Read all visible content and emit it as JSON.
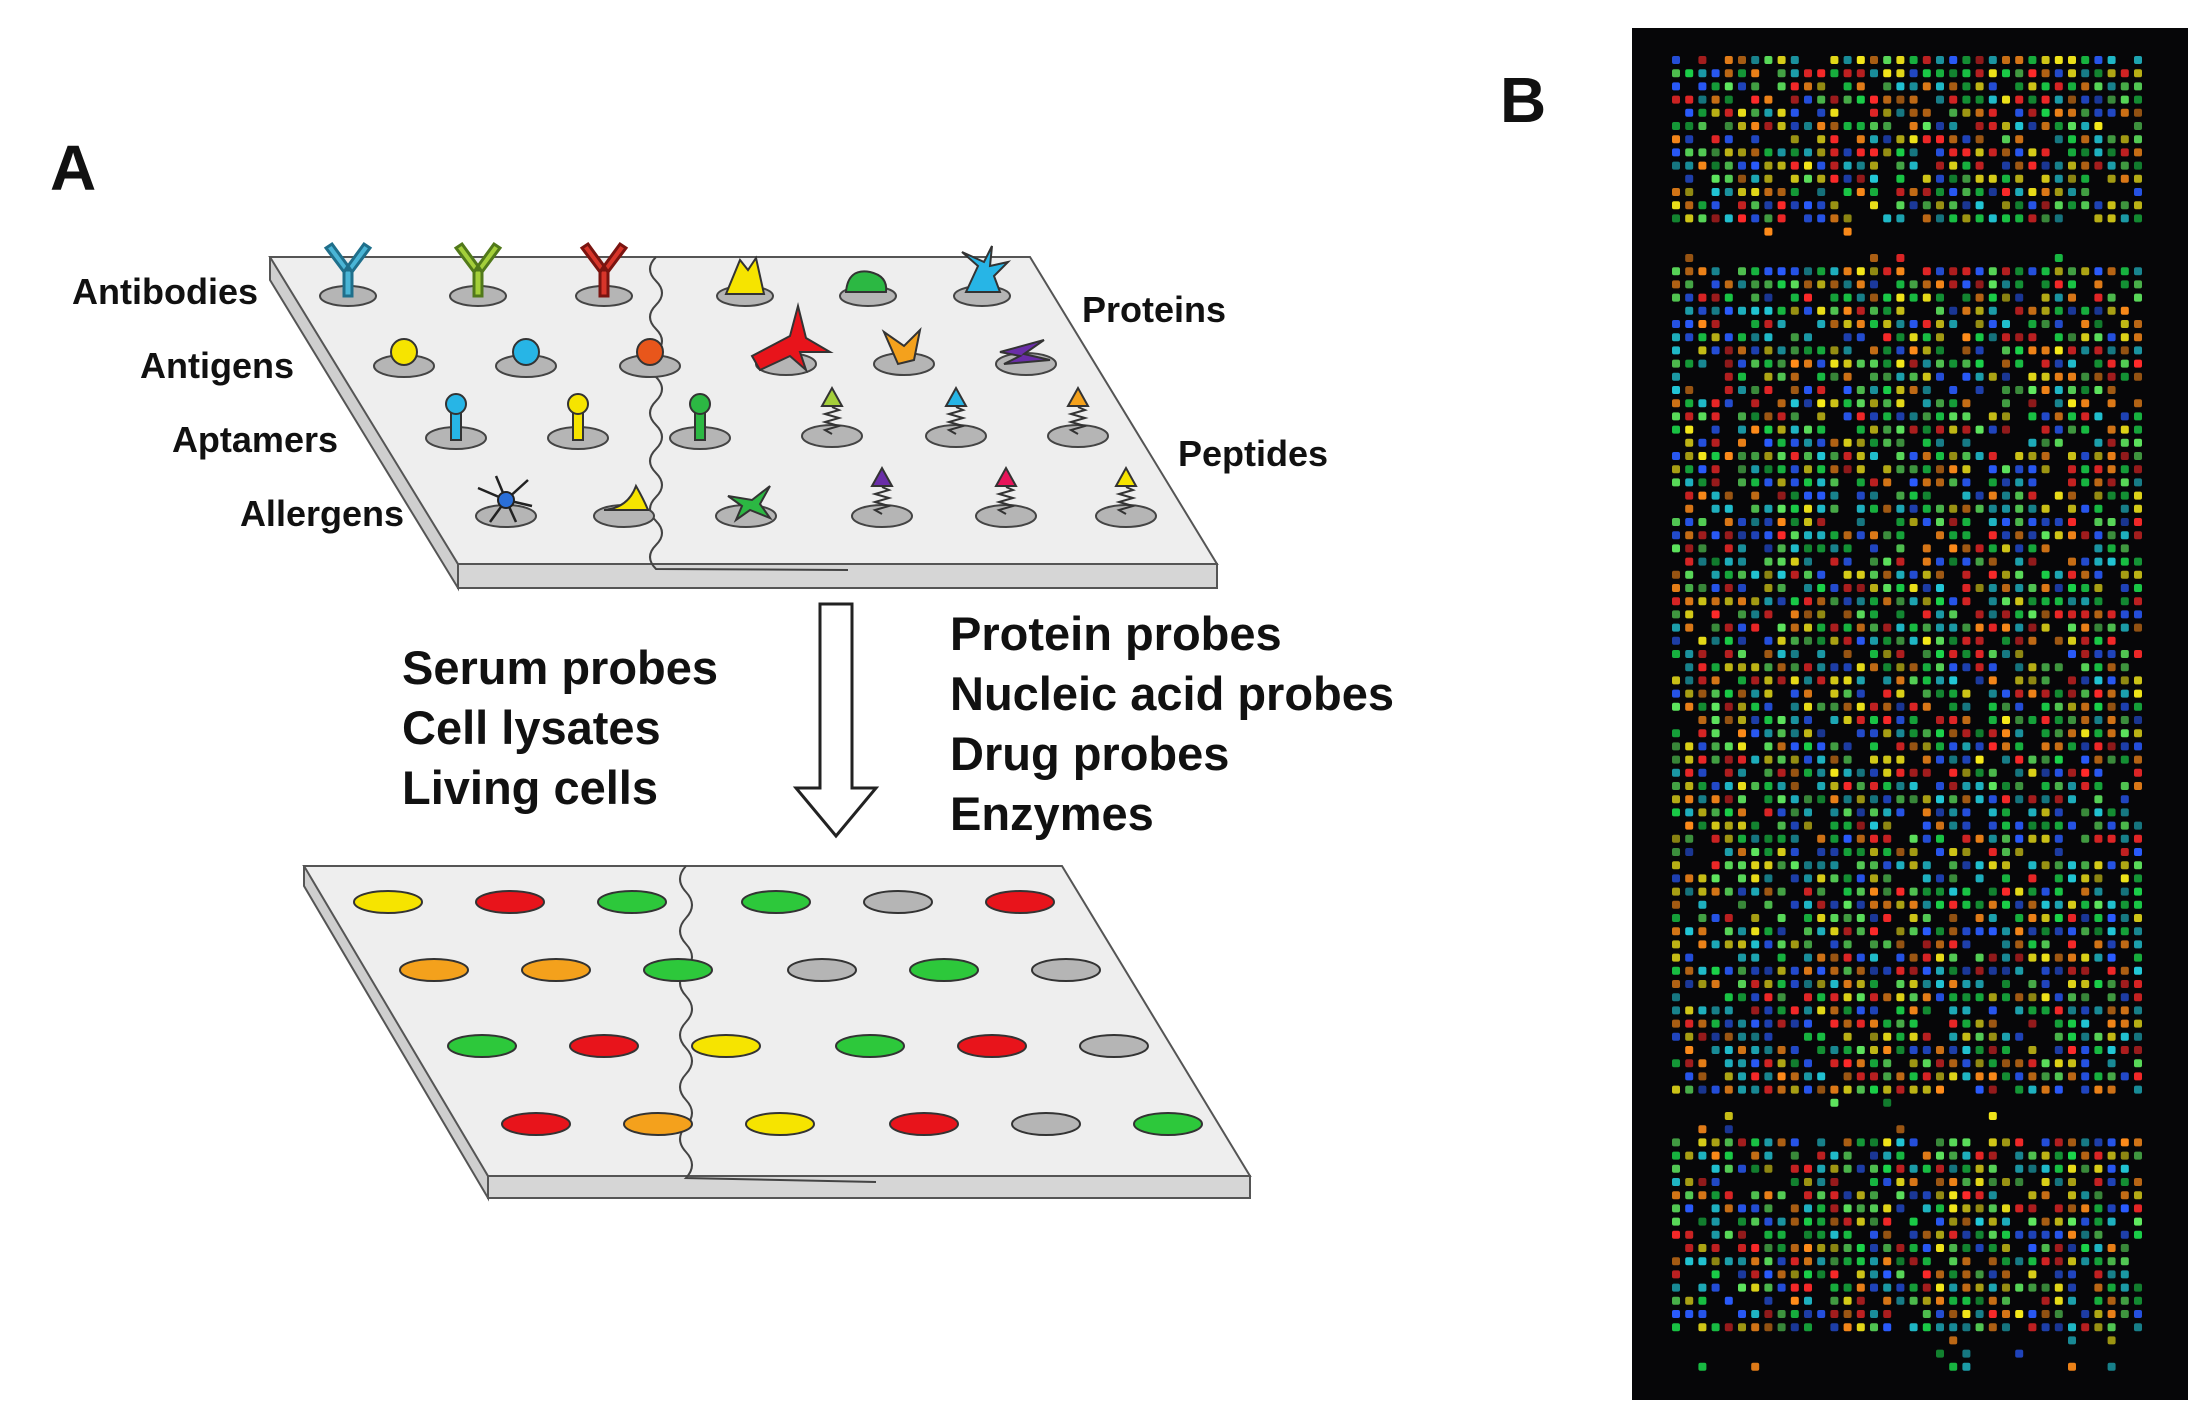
{
  "panels": {
    "a_label": "A",
    "b_label": "B"
  },
  "top_slide": {
    "left_labels": [
      "Antibodies",
      "Antigens",
      "Aptamers",
      "Allergens"
    ],
    "right_labels": [
      "Proteins",
      "Peptides"
    ]
  },
  "probes": {
    "left": [
      "Serum probes",
      "Cell lysates",
      "Living cells"
    ],
    "right": [
      "Protein probes",
      "Nucleic acid probes",
      "Drug probes",
      "Enzymes"
    ]
  },
  "bottom_slide": {
    "spot_colors": [
      [
        "yellow",
        "red",
        "green",
        "green",
        "gray",
        "red"
      ],
      [
        "orange",
        "orange",
        "green",
        "gray",
        "green",
        "gray"
      ],
      [
        "green",
        "red",
        "yellow",
        "green",
        "red",
        "gray"
      ],
      [
        "red",
        "orange",
        "yellow",
        "red",
        "gray",
        "green"
      ]
    ]
  },
  "colors": {
    "yellow": "#f6e400",
    "red": "#e8141b",
    "green": "#2dc83b",
    "gray": "#b5b5b5",
    "orange": "#f4a11c",
    "slide": "#eeeeee",
    "slide_edge": "#d4d4d4",
    "array_bg": "#060608"
  },
  "microarray": {
    "palette": [
      "#1bd44a",
      "#22c8d8",
      "#2a5cff",
      "#f4e81a",
      "#ff2a2a",
      "#ff8c1a",
      "#5fe85f"
    ],
    "regions": [
      {
        "start": 0.0,
        "end": 0.12
      },
      {
        "start": 0.16,
        "end": 0.78
      },
      {
        "start": 0.82,
        "end": 0.96
      }
    ]
  }
}
